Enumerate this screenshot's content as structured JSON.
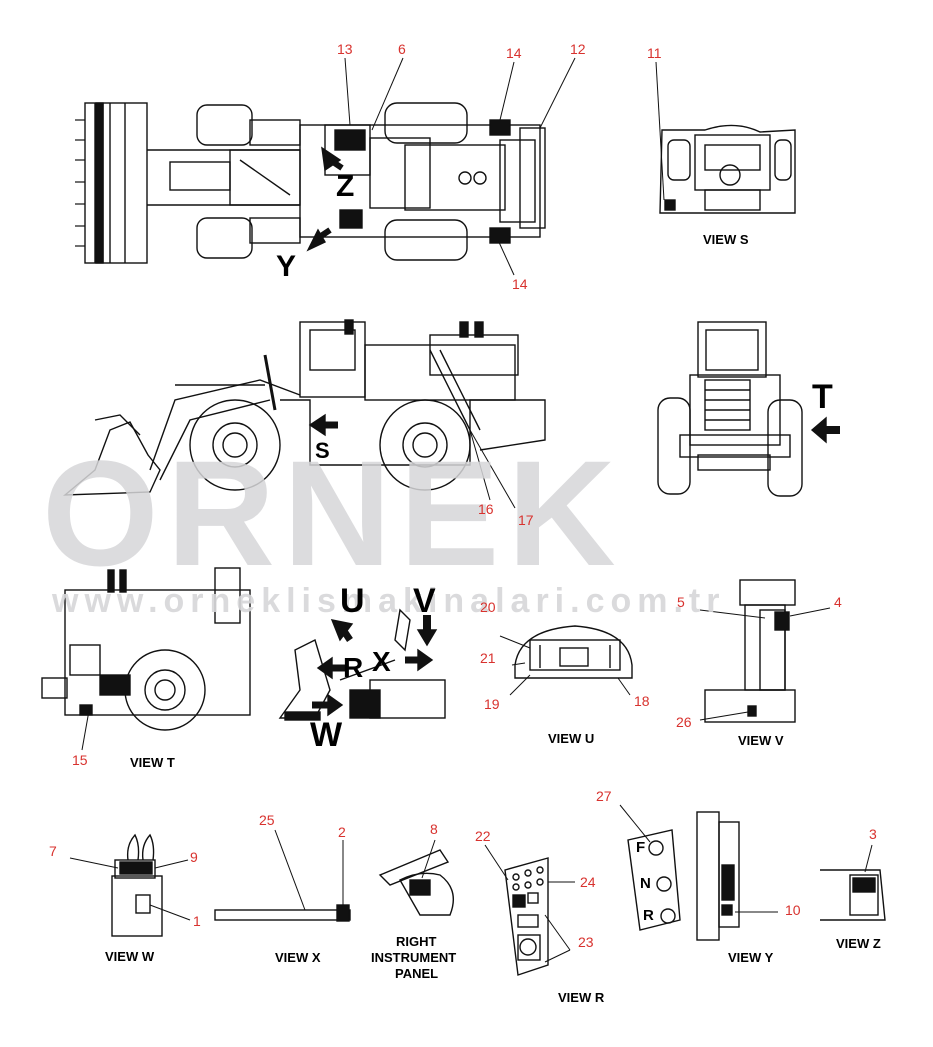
{
  "watermark": {
    "brand": "ORNEK",
    "url": "www.orneklismakinalari.com.tr",
    "color": "#d7d7d9"
  },
  "colors": {
    "callout": "#d8322e",
    "line": "#111111"
  },
  "view_labels": {
    "s": "VIEW S",
    "t": "VIEW T",
    "u": "VIEW U",
    "v": "VIEW V",
    "w": "VIEW W",
    "x": "VIEW X",
    "y": "VIEW Y",
    "z": "VIEW Z",
    "r": "VIEW R",
    "rip_line1": "RIGHT",
    "rip_line2": "INSTRUMENT",
    "rip_line3": "PANEL"
  },
  "view_letters": {
    "z": "Z",
    "y": "Y",
    "s": "S",
    "t": "T",
    "u": "U",
    "v": "V",
    "r": "R",
    "x": "X",
    "w": "W",
    "gear_f": "F",
    "gear_n": "N",
    "gear_r": "R"
  },
  "callouts": [
    "1",
    "2",
    "3",
    "4",
    "5",
    "6",
    "7",
    "8",
    "9",
    "10",
    "11",
    "12",
    "13",
    "14",
    "14",
    "15",
    "16",
    "17",
    "18",
    "19",
    "20",
    "21",
    "22",
    "23",
    "24",
    "25",
    "26",
    "27"
  ]
}
